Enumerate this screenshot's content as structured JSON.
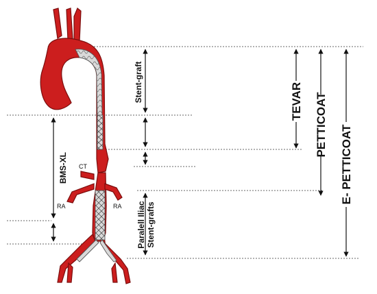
{
  "labels": {
    "stent_graft": "Stent-graft",
    "tevar": "TEVAR",
    "petticoat": "PETTICOAT",
    "e_petticoat": "E- PETTICOAT",
    "bms_xl": "BMS-XL",
    "ct": "CT",
    "ra_left": "RA",
    "ra_right": "RA",
    "iliac_line1": "Paralell Iliac",
    "iliac_line2": "Stent-grafts"
  },
  "colors": {
    "aorta_red": "#cc1e1e",
    "aorta_outline": "#7a0d0d",
    "stent_gray": "#d9d9d9",
    "line": "#111111"
  }
}
